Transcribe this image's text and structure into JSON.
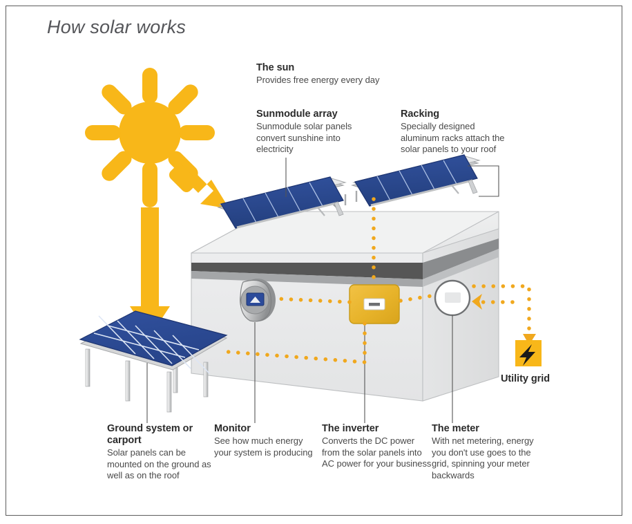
{
  "page": {
    "title": "How solar works",
    "background": "#ffffff",
    "border_color": "#5c5c5c"
  },
  "colors": {
    "solar_yellow": "#F8B719",
    "inverter_gold": "#E8B52C",
    "panel_blue": "#2C4B9B",
    "panel_blue_dark": "#203A7C",
    "wall_light": "#E9EAEB",
    "wall_mid": "#DFE0E1",
    "roof_band_dark": "#565656",
    "roof_band_mid": "#9FA1A3",
    "text_dark": "#2b2b2b",
    "text_body": "#4a4a4a",
    "title_gray": "#55565a",
    "leader_line": "#555555",
    "dot_orange": "#F0A81E"
  },
  "labels": {
    "sun": {
      "heading": "The sun",
      "body": "Provides free energy every day"
    },
    "array": {
      "heading": "Sunmodule array",
      "body": "Sunmodule solar panels convert sunshine into electricity"
    },
    "racking": {
      "heading": "Racking",
      "body": "Specially designed aluminum racks attach the solar panels to your roof"
    },
    "ground": {
      "heading": "Ground system or carport",
      "body": "Solar panels can be mounted on the ground as well as on the roof"
    },
    "monitor": {
      "heading": "Monitor",
      "body": "See how much energy your system is producing"
    },
    "inverter": {
      "heading": "The inverter",
      "body": "Converts the DC power from the solar panels into AC power for your business"
    },
    "meter": {
      "heading": "The meter",
      "body": "With net metering, energy you don't use goes to the grid, spinning your meter backwards"
    },
    "utility_grid": {
      "heading": "Utility grid",
      "body": ""
    }
  },
  "icons": {
    "sun": "sun-icon",
    "sun_ray_arrow_roof": "arrow-down-right-icon",
    "sun_ray_arrow_ground": "arrow-down-icon",
    "utility_grid": "lightning-bolt-icon",
    "monitor_screen": "triangle-up-icon",
    "flow_arrow_to_grid": "arrow-down-icon",
    "flow_arrow_to_meter": "arrow-left-icon"
  },
  "diagram": {
    "components": [
      "sun",
      "roof-solar-array-left",
      "roof-solar-array-right",
      "racking",
      "building",
      "ground-mount-array",
      "monitor",
      "inverter",
      "meter",
      "utility-grid"
    ],
    "flow_description": "Dotted energy flow lines link the roof array to the inverter, the inverter to the monitor and meter, and the meter to the utility grid and back."
  }
}
